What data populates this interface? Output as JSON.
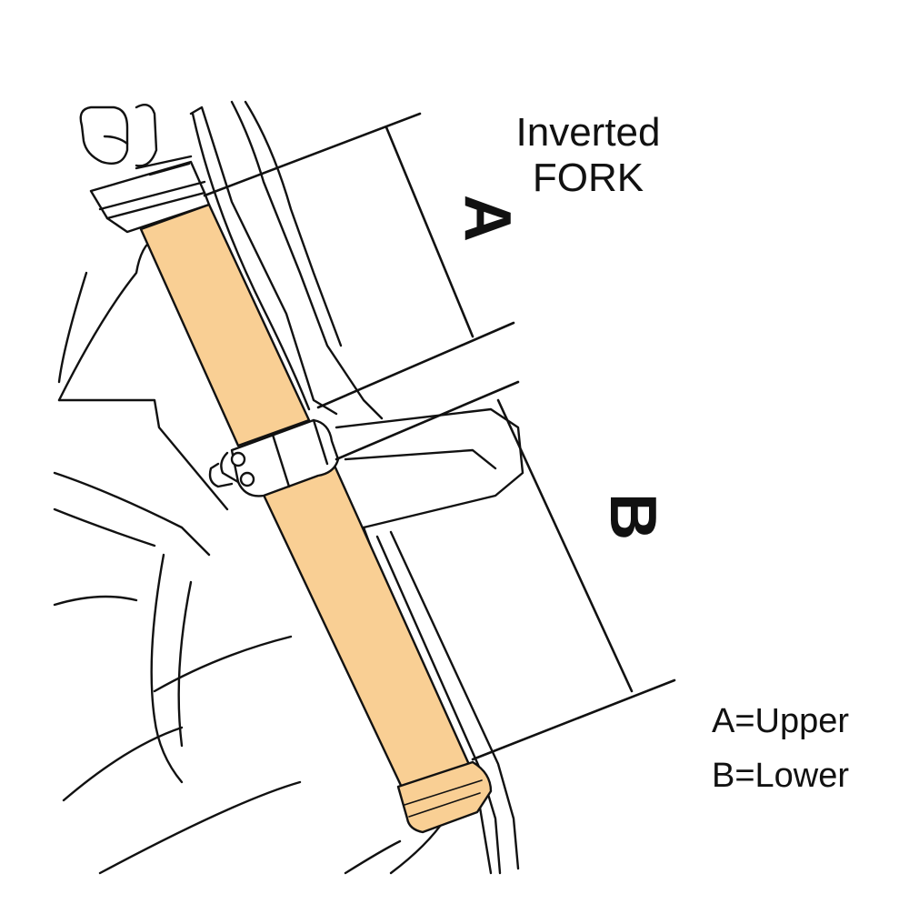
{
  "title": {
    "line1": "Inverted",
    "line2": "FORK"
  },
  "dimensions": {
    "upper_letter": "A",
    "lower_letter": "B"
  },
  "legend": {
    "upper": "A=Upper",
    "lower": "B=Lower"
  },
  "colors": {
    "tube_fill": "#f9cf94",
    "line": "#111111",
    "background": "#ffffff"
  }
}
